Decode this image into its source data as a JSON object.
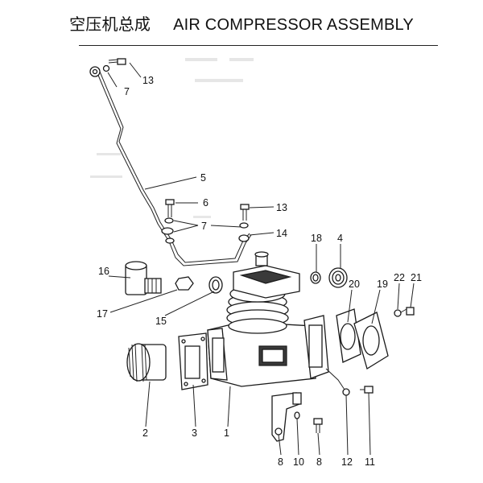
{
  "header": {
    "title_zh": "空压机总成",
    "title_en": "AIR COMPRESSOR ASSEMBLY"
  },
  "callouts": {
    "c13a": "13",
    "c7a": "7",
    "c5": "5",
    "c6": "6",
    "c7b": "7",
    "c13b": "13",
    "c14": "14",
    "c18": "18",
    "c4": "4",
    "c16": "16",
    "c20": "20",
    "c19": "19",
    "c22": "22",
    "c21": "21",
    "c17": "17",
    "c15": "15",
    "c2": "2",
    "c3": "3",
    "c1": "1",
    "c8a": "8",
    "c10": "10",
    "c8b": "8",
    "c12": "12",
    "c11": "11"
  },
  "colors": {
    "ink": "#1a1a1a",
    "paper": "#ffffff"
  }
}
